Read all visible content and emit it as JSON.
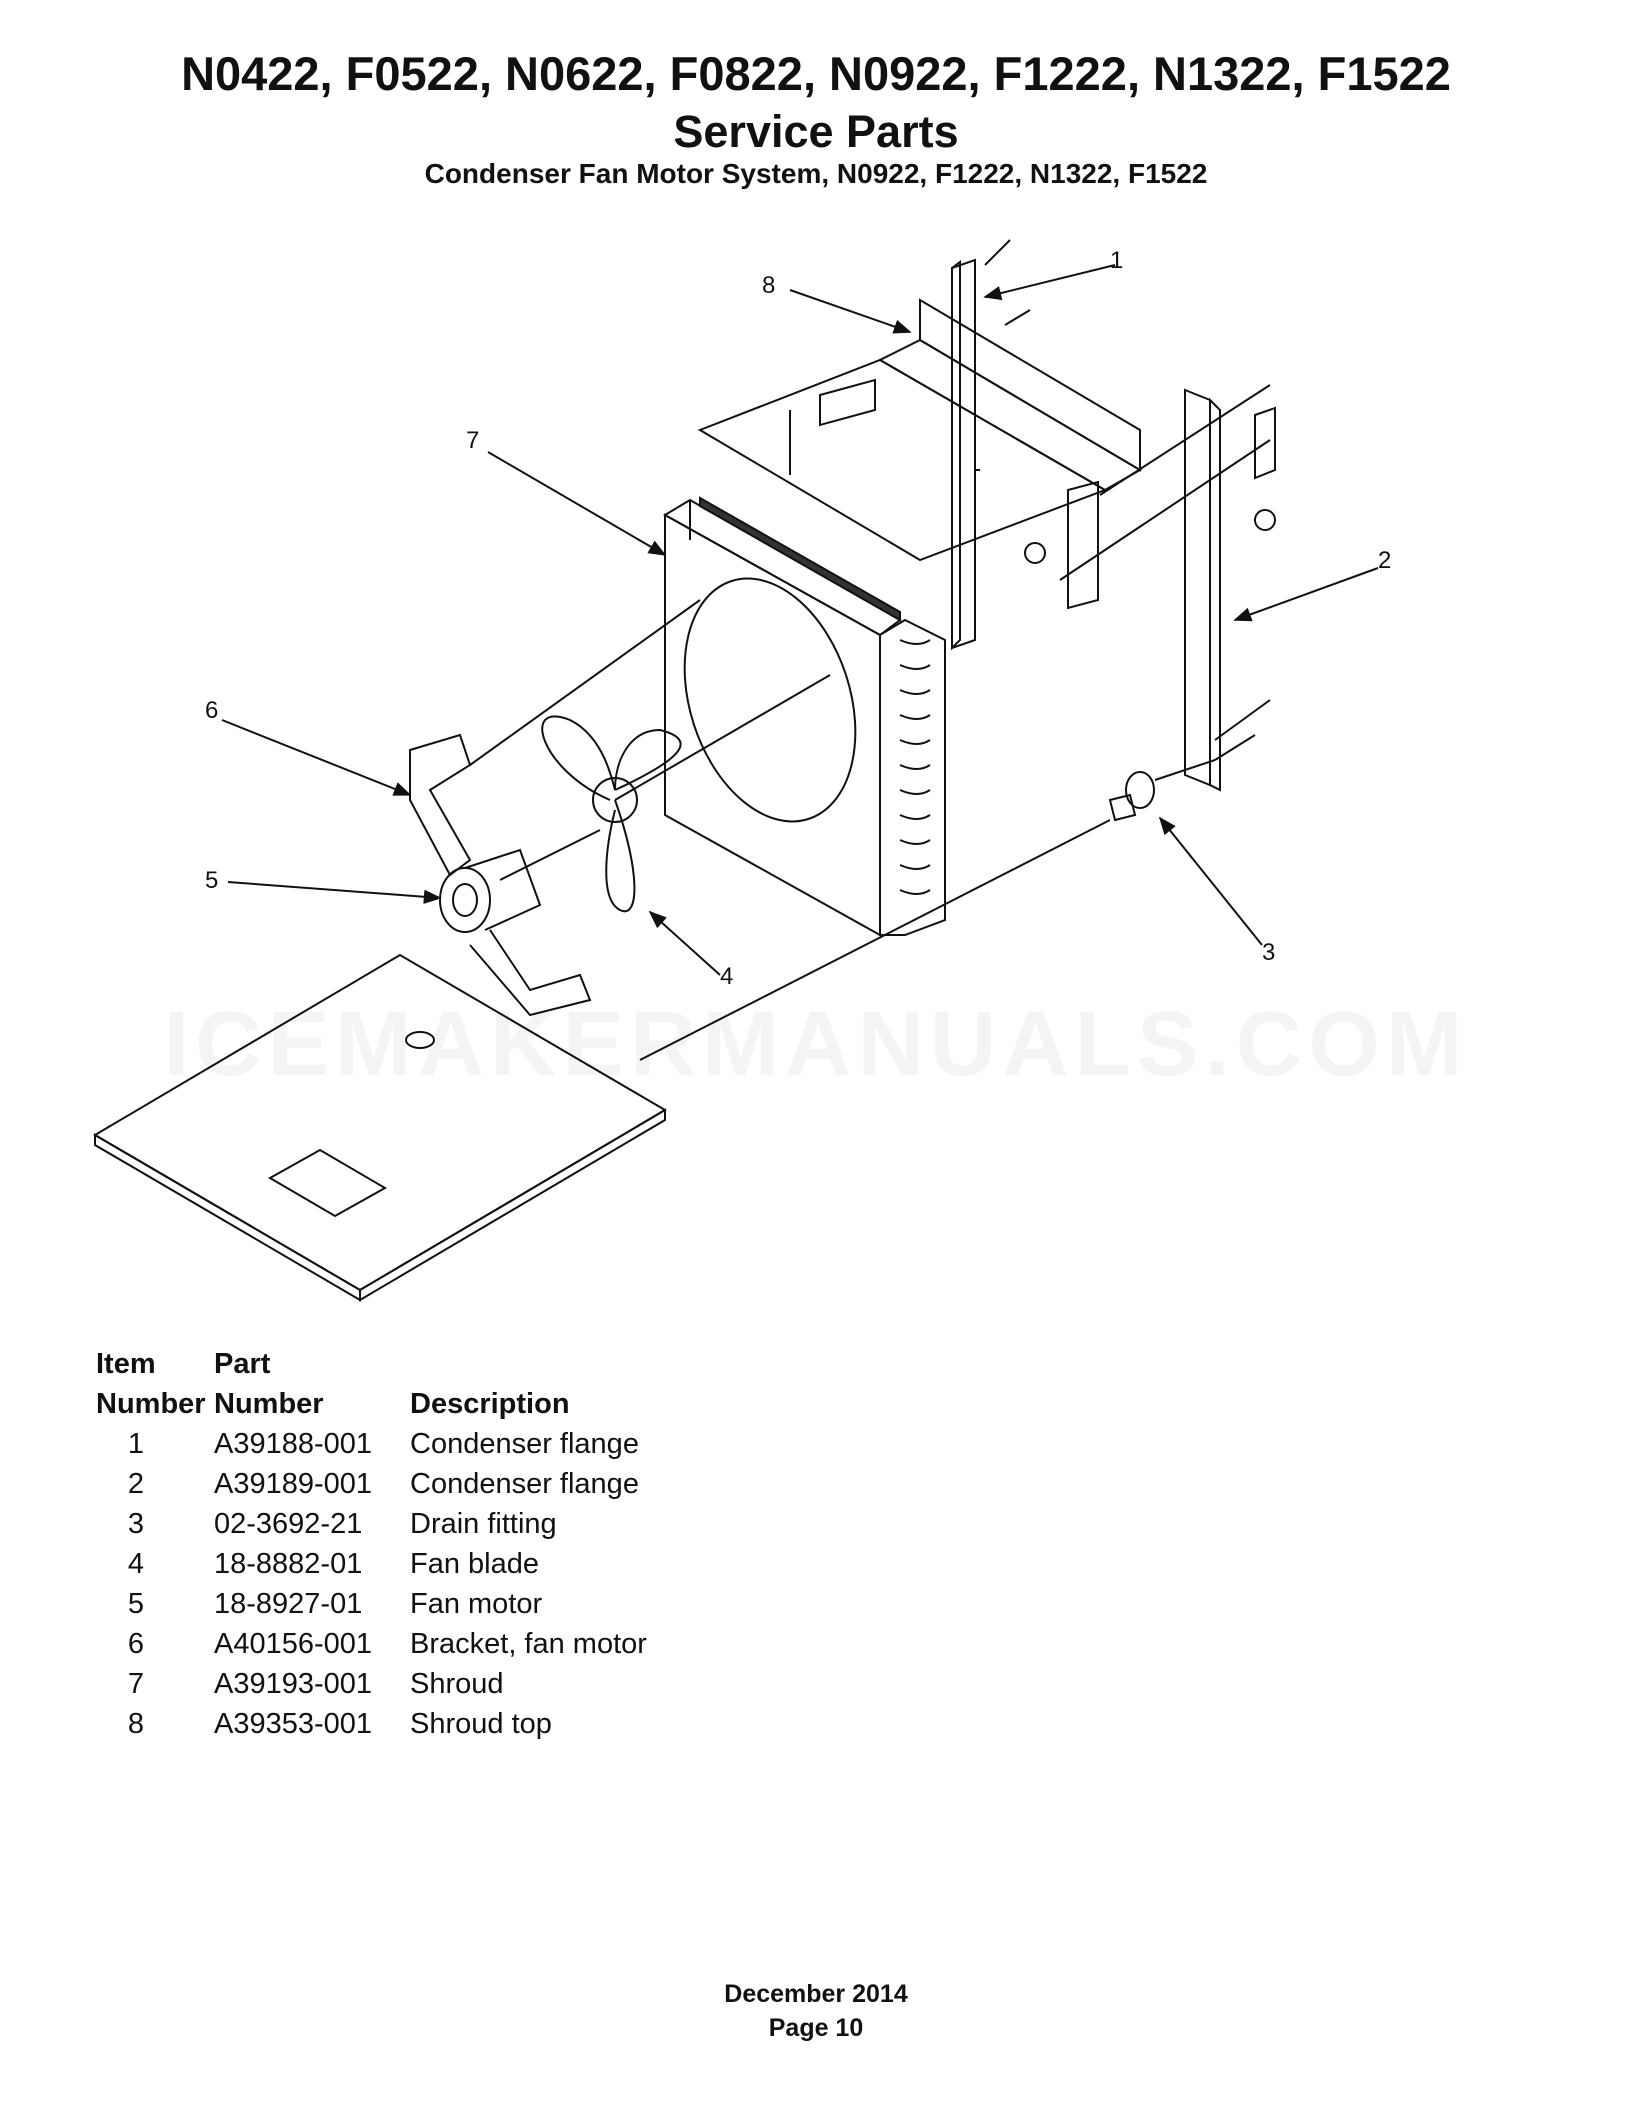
{
  "header": {
    "models": "N0422, F0522, N0622, F0822, N0922, F1222, N1322, F1522",
    "title": "Service Parts",
    "subtitle": "Condenser Fan Motor System, N0922, F1222, N1322, F1522"
  },
  "diagram": {
    "callouts": [
      "1",
      "2",
      "3",
      "4",
      "5",
      "6",
      "7",
      "8"
    ]
  },
  "watermark": "ICEMAKERMANUALS.COM",
  "parts_table": {
    "header_top": {
      "item": "Item",
      "part": "Part"
    },
    "header_bottom": {
      "item": "Number",
      "part": "Number",
      "description": "Description"
    },
    "rows": [
      {
        "item": "1",
        "part": "A39188-001",
        "description": "Condenser flange"
      },
      {
        "item": "2",
        "part": "A39189-001",
        "description": "Condenser flange"
      },
      {
        "item": "3",
        "part": "02-3692-21",
        "description": "Drain fitting"
      },
      {
        "item": "4",
        "part": "18-8882-01",
        "description": "Fan blade"
      },
      {
        "item": "5",
        "part": "18-8927-01",
        "description": "Fan motor"
      },
      {
        "item": "6",
        "part": "A40156-001",
        "description": "Bracket, fan motor"
      },
      {
        "item": "7",
        "part": "A39193-001",
        "description": "Shroud"
      },
      {
        "item": "8",
        "part": "A39353-001",
        "description": "Shroud top"
      }
    ]
  },
  "footer": {
    "date": "December 2014",
    "page": "Page 10"
  }
}
